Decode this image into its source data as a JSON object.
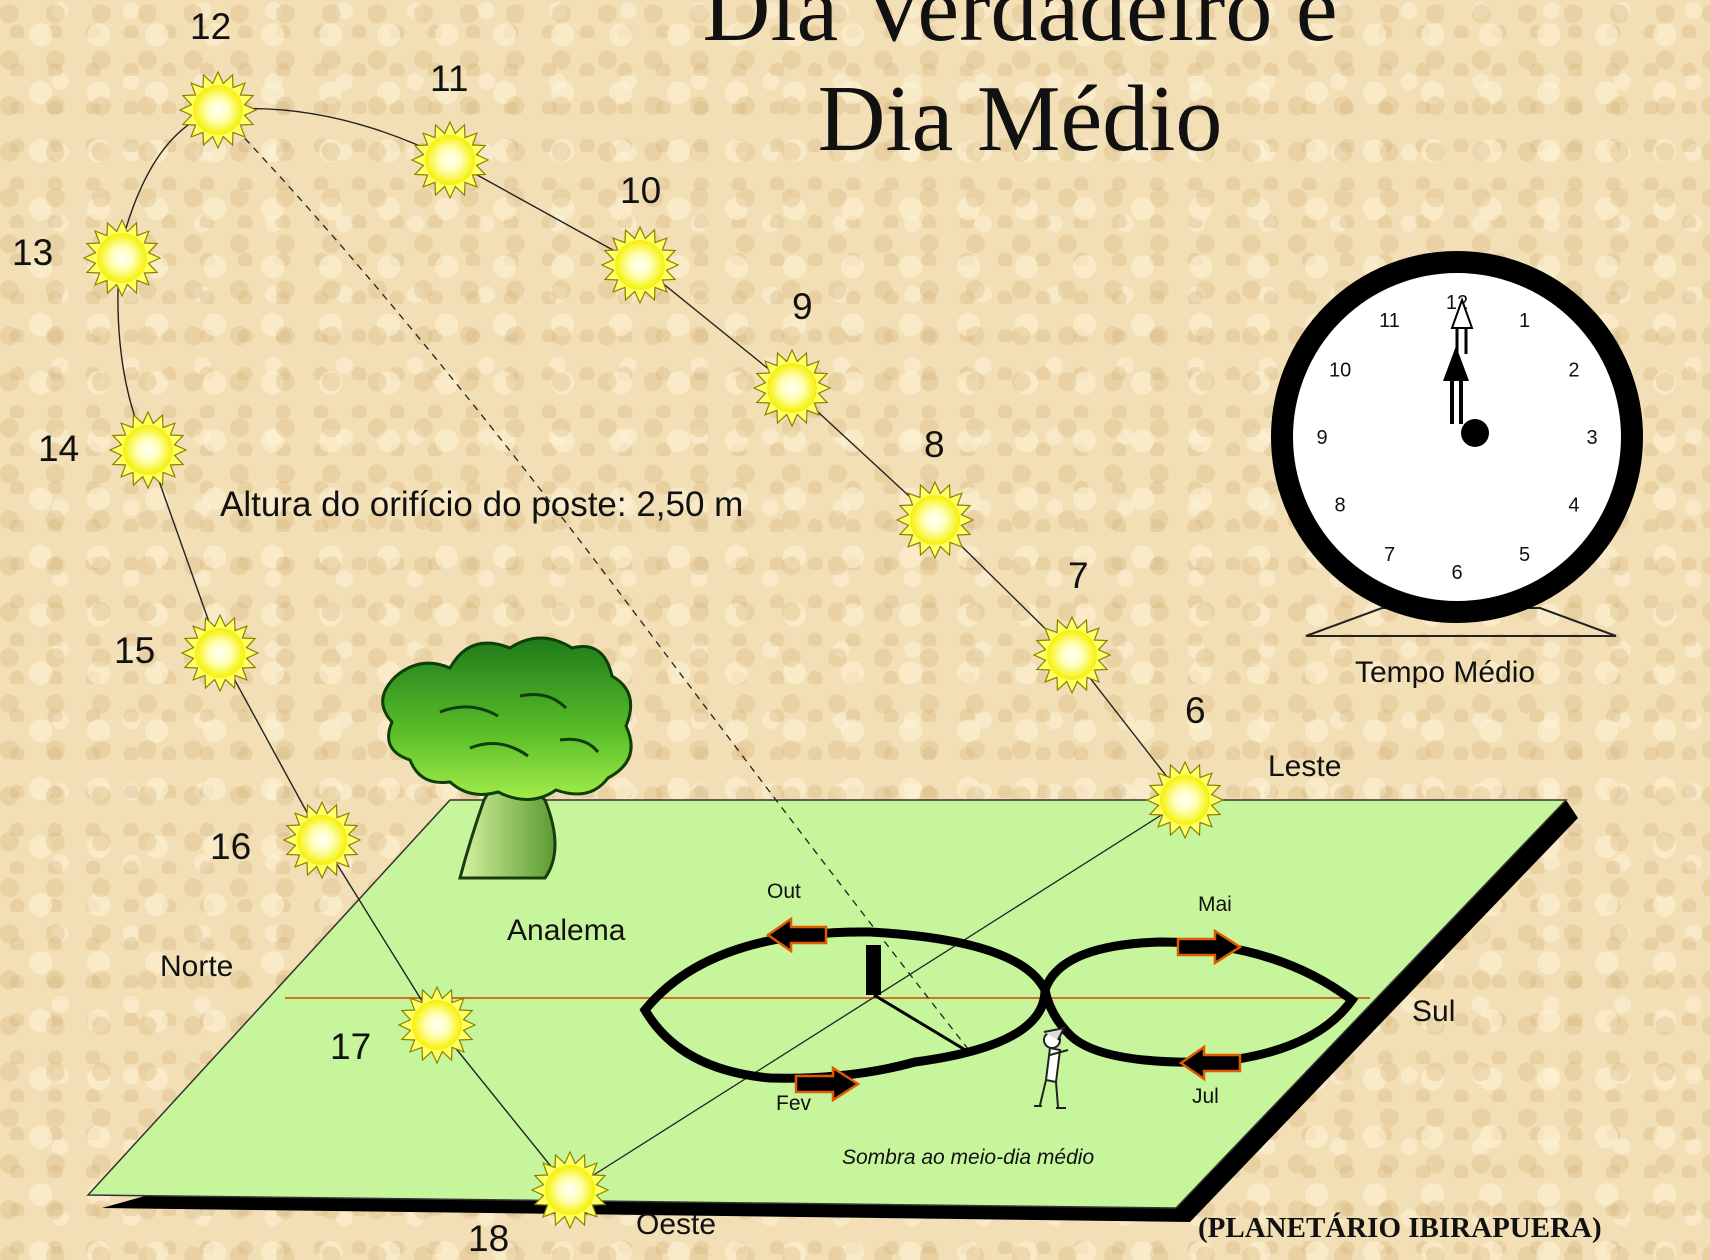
{
  "title": {
    "line1": "Dia Verdadeiro e",
    "line2": "Dia Médio"
  },
  "sun_hours": [
    "6",
    "7",
    "8",
    "9",
    "10",
    "11",
    "12",
    "13",
    "14",
    "15",
    "16",
    "17",
    "18"
  ],
  "directions": {
    "east": "Leste",
    "west": "Oeste",
    "north": "Norte",
    "south": "Sul"
  },
  "labels": {
    "post_height": "Altura do orifício do poste: 2,50 m",
    "analemma": "Analema",
    "noon_shadow": "Sombra ao meio-dia médio",
    "credit": "(PLANETÁRIO IBIRAPUERA)"
  },
  "months": {
    "oct": "Out",
    "feb": "Fev",
    "may": "Mai",
    "jul": "Jul"
  },
  "clock": {
    "caption": "Tempo Médio",
    "numbers": [
      "12",
      "1",
      "2",
      "3",
      "4",
      "5",
      "6",
      "7",
      "8",
      "9",
      "10",
      "11"
    ]
  },
  "colors": {
    "ground": "#c6f59c",
    "sun_fill": "#ffff66",
    "sun_center": "#ffffff",
    "noon_line": "#d64500",
    "arrow_outline": "#e05a00",
    "tree_green": "#2e8b22"
  }
}
